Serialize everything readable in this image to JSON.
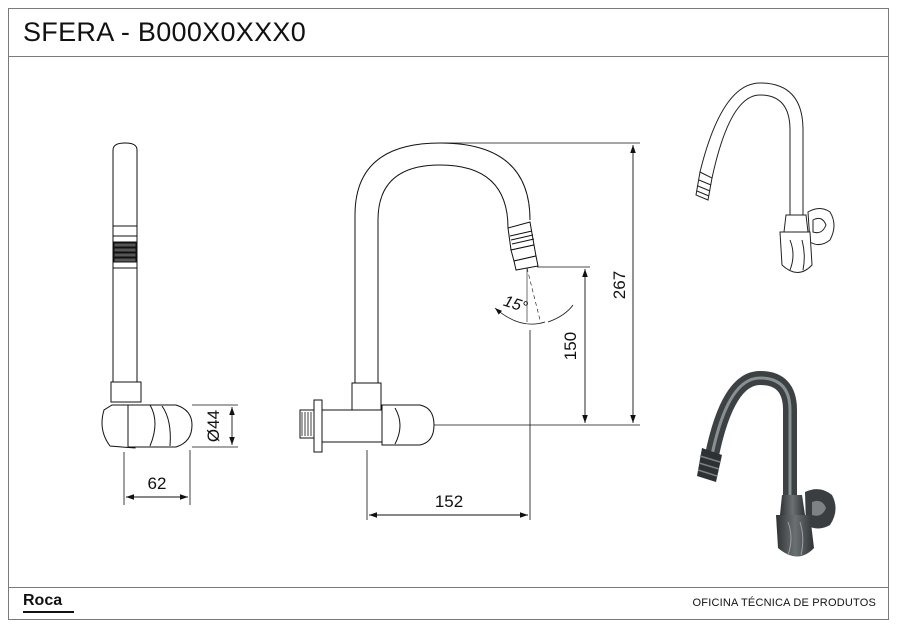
{
  "header": {
    "title": "SFERA - B000X0XXX0"
  },
  "footer": {
    "brand": "Roca",
    "office": "OFICINA TÉCNICA DE PRODUTOS"
  },
  "dimensions": {
    "width_side": "62",
    "diameter": "Ø44",
    "reach": "152",
    "spout_height": "150",
    "total_height": "267",
    "angle": "15°"
  },
  "colors": {
    "line": "#111111",
    "frame": "#7a7a7a",
    "render_dark": "#4a4e50"
  }
}
